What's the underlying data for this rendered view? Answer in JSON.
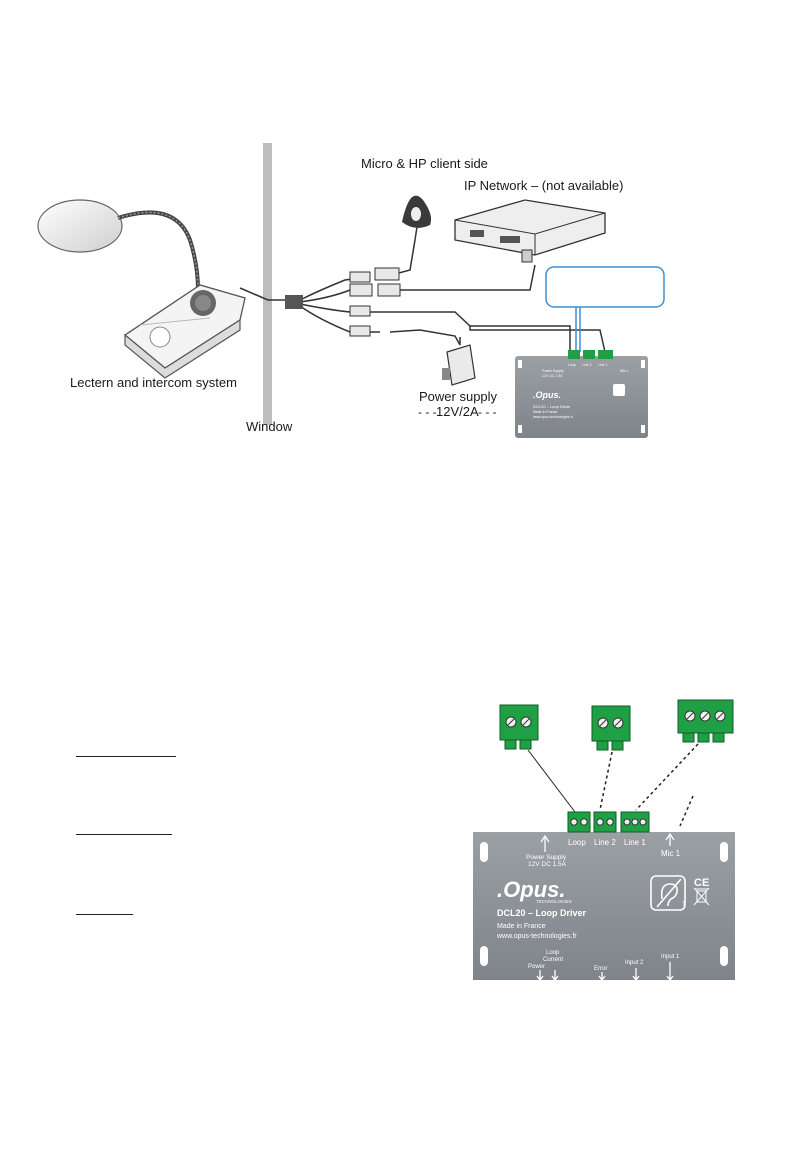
{
  "top_diagram": {
    "micro_label": "Micro & HP client side",
    "network_label": "IP Network – (not available)",
    "lectern_label": "Lectern and intercom system",
    "window_label": "Window",
    "power_label": "Power supply",
    "power_rating": "12V/2A",
    "device_small": {
      "brand": ".Opus.",
      "model": "DCL20 – Loop Driver",
      "made_in": "Made in France",
      "website": "www.opus-technologies.fr",
      "ports": [
        "Loop",
        "Line 2",
        "Line 1",
        "Mic 1"
      ],
      "power_supply": "Power Supply",
      "power_spec": "12V DC 1.5A"
    }
  },
  "bottom_diagram": {
    "brand": ".Opus.",
    "brand_sub": "TECHNOLOGIES",
    "model": "DCL20 – Loop Driver",
    "made_in": "Made in France",
    "website": "www.opus-technologies.fr",
    "top_ports": [
      "Loop",
      "Line 2",
      "Line 1"
    ],
    "mic": "Mic 1",
    "power_supply": "Power Supply",
    "power_spec": "12V DC 1.5A",
    "ce": "CE",
    "bottom_labels": {
      "power": "Power",
      "loop_current_1": "Loop",
      "loop_current_2": "Current",
      "error": "Error",
      "input2": "Input 2",
      "input1": "Input 1"
    }
  },
  "colors": {
    "terminal_green": "#1fa044",
    "device_gray": "#8e9498",
    "callout_blue": "#3d8fd0",
    "window_gray": "#bdbdbd"
  }
}
